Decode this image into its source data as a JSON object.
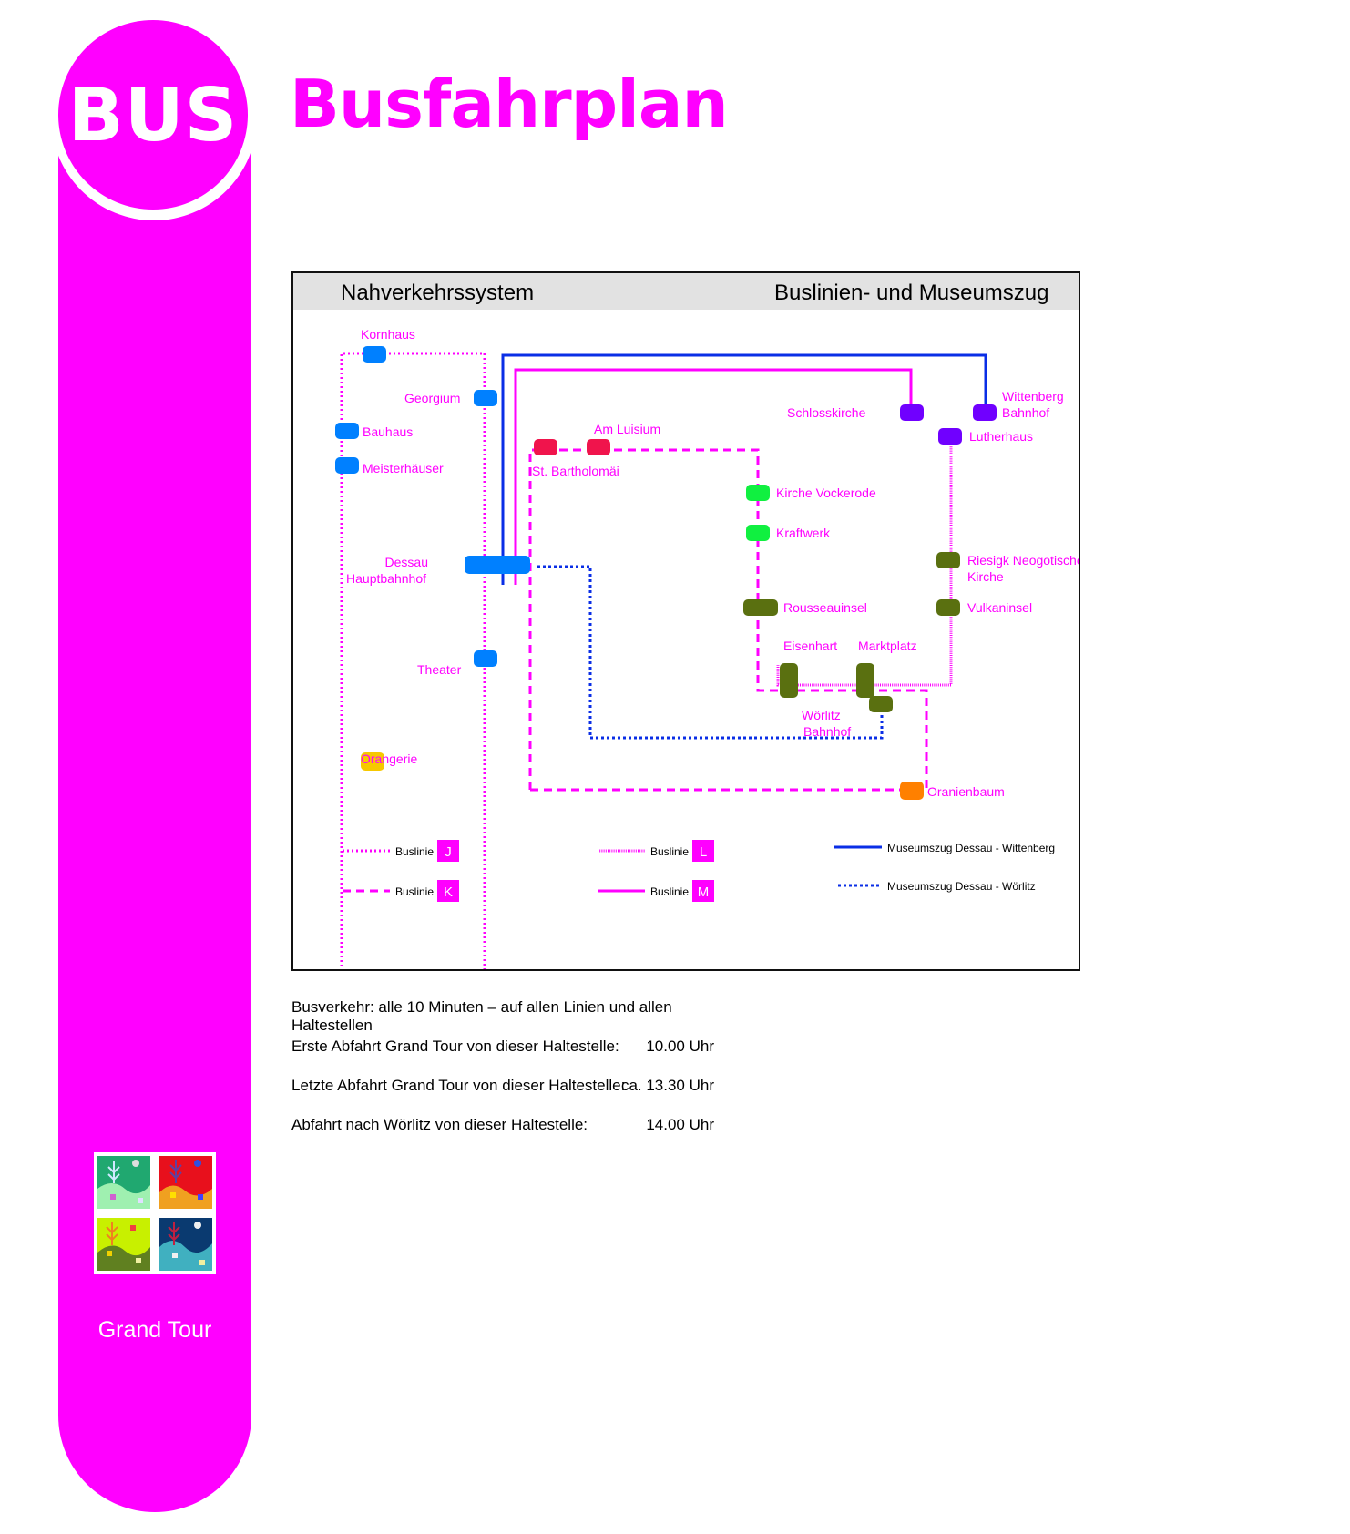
{
  "header": {
    "badge": "BUS",
    "title": "Busfahrplan"
  },
  "sidebar": {
    "label": "Grand Tour",
    "logo_icon": "grand-tour-logo-icon",
    "color": "#ff00ff"
  },
  "map": {
    "heading_left": "Nahverkehrssystem",
    "heading_right": "Buslinien- und Museumszug",
    "stops": {
      "kornhaus": "Kornhaus",
      "georgium": "Georgium",
      "bauhaus": "Bauhaus",
      "meisterhaeuser": "Meisterhäuser",
      "dessau_1": "Dessau",
      "dessau_2": "Hauptbahnhof",
      "theater": "Theater",
      "orangerie": "Orangerie",
      "am_luisium": "Am Luisium",
      "st_bartholomaei": "St. Bartholomäi",
      "schlosskirche": "Schlosskirche",
      "wittenberg_1": "Wittenberg",
      "wittenberg_2": "Bahnhof",
      "lutherhaus": "Lutherhaus",
      "kirche_vockerode": "Kirche Vockerode",
      "kraftwerk": "Kraftwerk",
      "riesigk_1": "Riesigk Neogotische",
      "riesigk_2": "Kirche",
      "rousseauinsel": "Rousseauinsel",
      "vulkaninsel": "Vulkaninsel",
      "eisenhart": "Eisenhart",
      "marktplatz": "Marktplatz",
      "woerlitz_1": "Wörlitz",
      "woerlitz_2": "Bahnhof",
      "oranienbaum": "Oranienbaum"
    },
    "legend": {
      "j": {
        "label": "Buslinie",
        "letter": "J"
      },
      "k": {
        "label": "Buslinie",
        "letter": "K"
      },
      "l": {
        "label": "Buslinie",
        "letter": "L"
      },
      "m": {
        "label": "Buslinie",
        "letter": "M"
      },
      "train_wittenberg": "Museumszug Dessau - Wittenberg",
      "train_woerlitz": "Museumszug Dessau - Wörlitz"
    },
    "colors": {
      "bus_line": "#ff00ff",
      "train": "#0a2ee6",
      "stop_blue": "#0080ff",
      "stop_red": "#f0144c",
      "stop_green": "#10f040",
      "stop_olive": "#5a7010",
      "stop_purple": "#7000ff",
      "stop_yellow": "#f6c800",
      "stop_orange": "#ff8000"
    }
  },
  "schedule": {
    "intro": "Busverkehr: alle 10 Minuten – auf allen Linien und allen Haltestellen",
    "rows": [
      {
        "label": "Erste Abfahrt Grand Tour von dieser Haltestelle:",
        "value": "10.00 Uhr"
      },
      {
        "label": "Letzte Abfahrt Grand Tour von dieser Haltestelle:",
        "value": "ca. 13.30 Uhr"
      },
      {
        "label": "Abfahrt nach Wörlitz von dieser Haltestelle:",
        "value": "14.00 Uhr"
      }
    ]
  }
}
